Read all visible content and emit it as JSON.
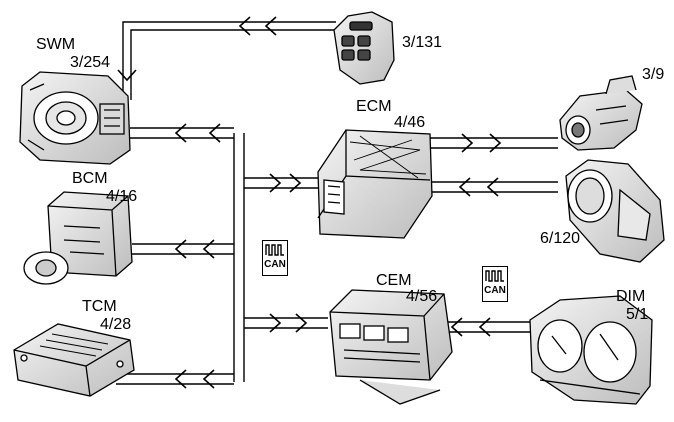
{
  "labels": {
    "swm_name": "SWM",
    "swm_code": "3/254",
    "steering_buttons_code": "3/131",
    "ecm_name": "ECM",
    "ecm_code": "4/46",
    "sensor_code": "3/9",
    "throttle_code": "6/120",
    "bcm_name": "BCM",
    "bcm_code": "4/16",
    "tcm_name": "TCM",
    "tcm_code": "4/28",
    "cem_name": "CEM",
    "cem_code": "4/56",
    "dim_name": "DIM",
    "dim_code": "5/1"
  },
  "can_badges": {
    "left": "CAN",
    "right": "CAN"
  },
  "icons": {
    "bus_badge": "can-bus-icon",
    "connection": "double-arrow-icon"
  }
}
